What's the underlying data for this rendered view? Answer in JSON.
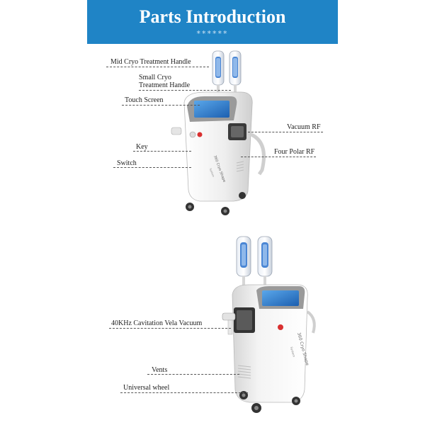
{
  "header": {
    "title": "Parts Introduction",
    "stars": "******",
    "background": "#1f84c6"
  },
  "machine1": {
    "name": "360 Cryo Shape",
    "sub": "System",
    "labels": {
      "mid_cryo": "Mid Cryo Treatment Handle",
      "small_cryo_1": "Small Cryo",
      "small_cryo_2": "Treatment Handle",
      "touch_screen": "Touch Screen",
      "key": "Key",
      "switch": "Switch",
      "vacuum_rf": "Vacuum RF",
      "four_polar_rf": "Four Polar RF"
    }
  },
  "machine2": {
    "name": "360 Cryo Shape",
    "sub": "System",
    "labels": {
      "cavitation": "40KHz Cavitation Vela Vacuum",
      "vents": "Vents",
      "wheel": "Universal wheel"
    }
  },
  "colors": {
    "screen": "#2a7fd0",
    "body": "#f2f2f2",
    "handle_blue": "#4a86d4",
    "knob_red": "#d93030"
  }
}
